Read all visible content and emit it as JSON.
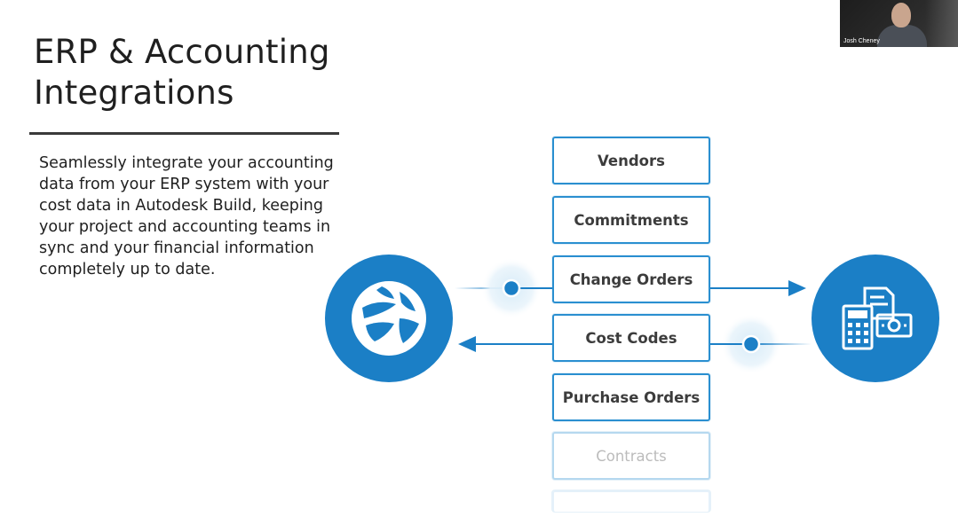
{
  "slide": {
    "title_lines": [
      "ERP & Accounting",
      "Integrations"
    ],
    "body_lines": [
      "Seamlessly integrate your accounting",
      "data from your ERP system with your",
      "cost data in Autodesk Build, keeping",
      "your project and accounting teams in",
      "sync and your financial information",
      "completely up to date."
    ]
  },
  "diagram": {
    "items": [
      "Vendors",
      "Commitments",
      "Change Orders",
      "Cost Codes",
      "Purchase Orders",
      "Contracts"
    ],
    "left_node_icon": "globe-network-icon",
    "right_node_icon": "accounting-calculator-money-icon"
  },
  "webcam": {
    "participant_name": "Josh Cheney"
  },
  "colors": {
    "accent": "#1b7fc6",
    "accent_light": "#e6f2fa",
    "border": "#2a8fd0",
    "text": "#1f1f1f"
  }
}
